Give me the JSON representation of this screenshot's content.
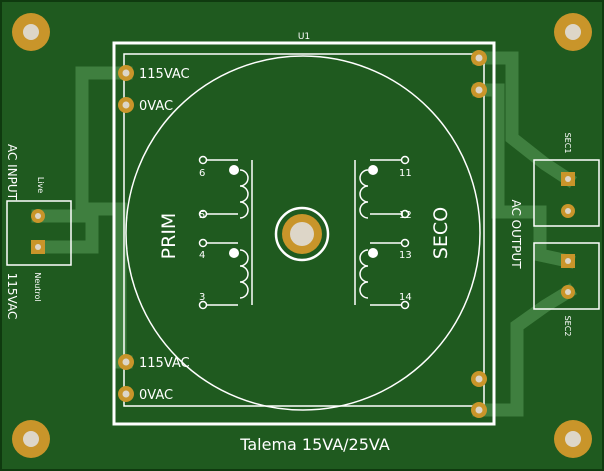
{
  "board": {
    "colors": {
      "pcb": "#1f5a1f",
      "pcb_edge": "#0f3a0f",
      "trace": "#3f7f3f",
      "silk": "#ffffff",
      "pad": "#c9952a",
      "pad_hole": "#ddd6c8"
    },
    "footprint_ref": "U1",
    "footer_label": "Talema 15VA/25VA",
    "input_connector": {
      "title": "AC INPUT",
      "voltage": "115VAC",
      "live": "Live",
      "neutral": "Neutrol"
    },
    "output_connector": {
      "title": "AC OUTPUT",
      "sec1": "SEC1",
      "sec2": "SEC2"
    },
    "primary_label": "PRIM",
    "secondary_label": "SECO",
    "primary_pins": [
      {
        "label": "115VAC"
      },
      {
        "label": "0VAC"
      },
      {
        "label": "115VAC"
      },
      {
        "label": "0VAC"
      }
    ],
    "winding_pins": {
      "p6": "6",
      "p5": "5",
      "p4": "4",
      "p3": "3",
      "p11": "11",
      "p12": "12",
      "p13": "13",
      "p14": "14"
    }
  }
}
